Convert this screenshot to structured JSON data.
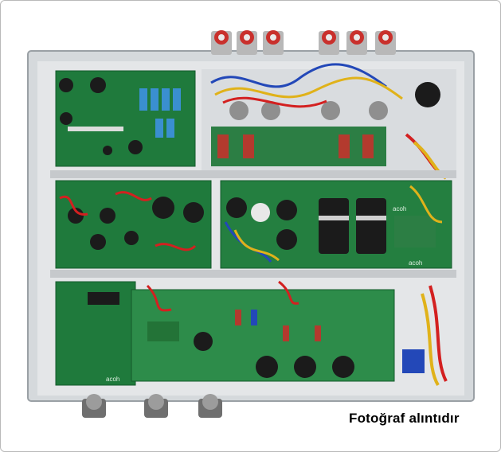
{
  "caption": "Fotoğraf alıntıdır",
  "pcb_silkscreen": [
    "acoh",
    "acoh",
    "acoh"
  ],
  "colors": {
    "chassis": "#cfd3d6",
    "pcb_green": "#1f7a3c",
    "pcb_dark": "#145a2b",
    "wire_red": "#d32020",
    "wire_blue": "#2348b8",
    "wire_yellow": "#e0b21a",
    "capacitor_black": "#1b1b1b"
  }
}
